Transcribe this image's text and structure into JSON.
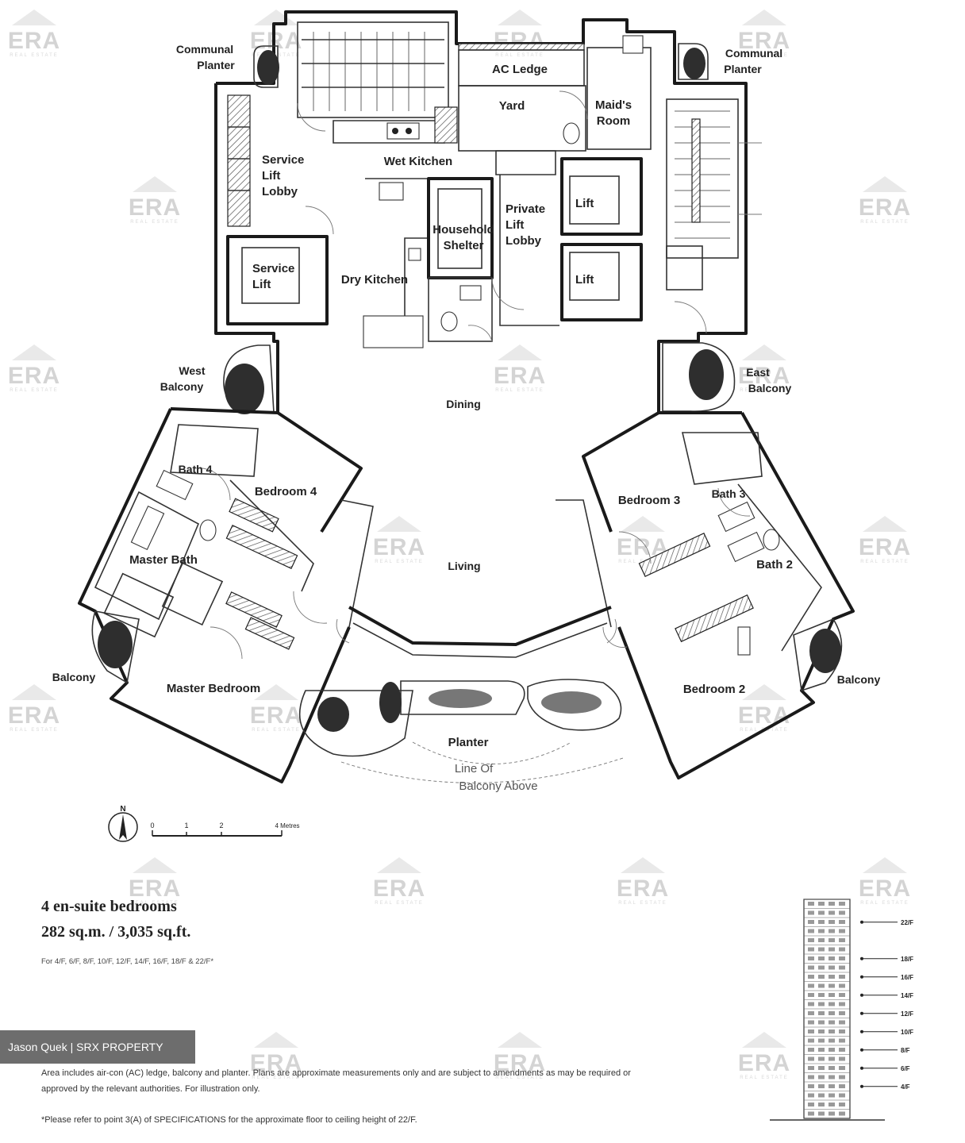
{
  "rooms": {
    "communal_planter_w": [
      "Communal",
      "Planter"
    ],
    "communal_planter_e": [
      "Communal",
      "Planter"
    ],
    "ac_ledge": "AC Ledge",
    "yard": "Yard",
    "maids_room": [
      "Maid's",
      "Room"
    ],
    "service_lift_lobby": [
      "Service",
      "Lift",
      "Lobby"
    ],
    "wet_kitchen": "Wet Kitchen",
    "household_shelter": [
      "Household",
      "Shelter"
    ],
    "private_lift_lobby": [
      "Private",
      "Lift",
      "Lobby"
    ],
    "lift_1": "Lift",
    "lift_2": "Lift",
    "service_lift": [
      "Service",
      "Lift"
    ],
    "dry_kitchen": "Dry Kitchen",
    "west_balcony": [
      "West",
      "Balcony"
    ],
    "east_balcony": [
      "East",
      "Balcony"
    ],
    "dining": "Dining",
    "bath_4": "Bath 4",
    "bedroom_4": "Bedroom 4",
    "bedroom_3": "Bedroom 3",
    "bath_3": "Bath 3",
    "master_bath": "Master Bath",
    "living": "Living",
    "bath_2": "Bath 2",
    "balcony_w": "Balcony",
    "balcony_e": "Balcony",
    "master_bedroom": "Master Bedroom",
    "bedroom_2": "Bedroom 2",
    "planter": "Planter",
    "line_of_balcony_above": [
      "Line Of",
      "Balcony Above"
    ]
  },
  "compass": {
    "north": "N"
  },
  "scale_bar": {
    "ticks": [
      "0",
      "1",
      "2"
    ],
    "end": "4 Metres"
  },
  "unit": {
    "type": "4 en-suite bedrooms",
    "area": "282 sq.m. / 3,035 sq.ft.",
    "floors": "For 4/F, 6/F, 8/F, 10/F, 12/F, 14/F, 16/F, 18/F & 22/F*"
  },
  "key_plan": {
    "floor_labels": [
      "22/F",
      "18/F",
      "16/F",
      "14/F",
      "12/F",
      "10/F",
      "8/F",
      "6/F",
      "4/F"
    ],
    "highlight_values": [
      22,
      18,
      16,
      14,
      12,
      10,
      8,
      6,
      4
    ],
    "total_floors": 24
  },
  "credit": "Jason Quek | SRX PROPERTY",
  "notes": {
    "area_note": "Area includes air-con (AC) ledge, balcony and planter. Plans are approximate measurements only and are subject to amendments as may be required or approved by the relevant authorities. For illustration only.",
    "specs_note": "*Please refer to point 3(A) of SPECIFICATIONS for the approximate floor to ceiling height of 22/F."
  },
  "watermark": {
    "text": "ERA",
    "sub": "REAL ESTATE"
  }
}
